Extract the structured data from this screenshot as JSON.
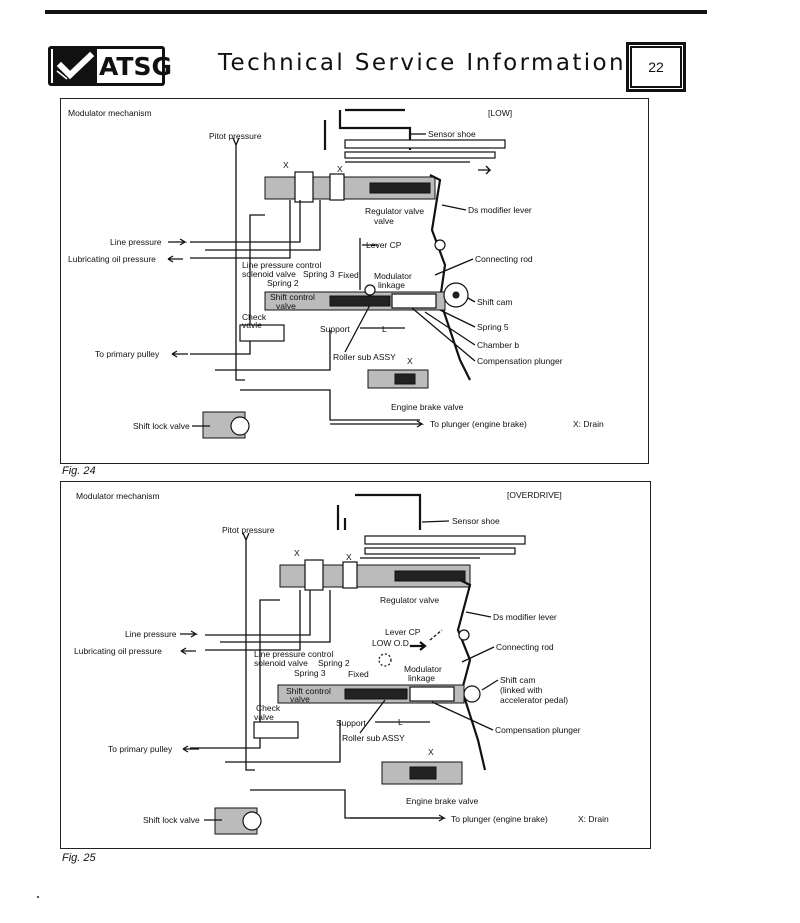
{
  "header": {
    "brand": "ATSG",
    "title": "Technical Service Information",
    "page_number": "22"
  },
  "figures": [
    {
      "caption": "Fig. 24",
      "heading": "Modulator mechanism",
      "state": "[LOW]",
      "labels": {
        "pitot_pressure": "Pitot pressure",
        "sensor_shoe": "Sensor shoe",
        "regulator_valve": "Regulator valve",
        "ds_modifier_lever": "Ds modifier lever",
        "lever_cp": "Lever CP",
        "line_pressure": "Line pressure",
        "lubricating_oil_pressure": "Lubricating oil pressure",
        "connecting_rod": "Connecting rod",
        "lpcsv": "Line pressure control",
        "lpcsv2": "solenoid valve",
        "spring3": "Spring 3",
        "fixed": "Fixed",
        "modulator": "Modulator",
        "linkage": "linkage",
        "spring2": "Spring 2",
        "shift_control": "Shift control",
        "valve": "valve",
        "shift_cam": "Shift cam",
        "check": "Check",
        "vavle": "vavle",
        "support": "Support",
        "l1": "L",
        "spring5": "Spring 5",
        "chamber_b": "Chamber  b",
        "to_primary_pulley": "To primary pulley",
        "roller_sub_assy": "Roller sub ASSY",
        "compensation_plunger": "Compensation plunger",
        "engine_brake_valve": "Engine brake valve",
        "shift_lock_valve": "Shift lock valve",
        "to_plunger": "To plunger (engine brake)",
        "drain": "X:  Drain",
        "x": "X"
      }
    },
    {
      "caption": "Fig. 25",
      "heading": "Modulator mechanism",
      "state": "[OVERDRIVE]",
      "labels": {
        "pitot_pressure": "Pitot pressure",
        "sensor_shoe": "Sensor shoe",
        "regulator_valve": "Regulator valve",
        "ds_modifier_lever": "Ds modifier lever",
        "lever_cp": "Lever CP",
        "low_od": "LOW  O.D.",
        "line_pressure": "Line pressure",
        "lubricating_oil_pressure": "Lubricating oil pressure",
        "connecting_rod": "Connecting rod",
        "lpcsv": "Line pressure control",
        "lpcsv2": "solenoid valve",
        "spring2": "Spring 2",
        "spring3": "Spring 3",
        "fixed": "Fixed",
        "modulator": "Modulator",
        "linkage": "linkage",
        "shift_control": "Shift control",
        "valve": "valve",
        "shift_cam": "Shift cam",
        "linked_with": "(linked with",
        "accel_pedal": "accelerator pedal)",
        "check": "Check",
        "valve2": "valve",
        "support": "Support",
        "l2": "L",
        "to_primary_pulley": "To primary pulley",
        "roller_sub_assy": "Roller sub ASSY",
        "compensation_plunger": "Compensation plunger",
        "engine_brake_valve": "Engine brake valve",
        "shift_lock_valve": "Shift lock valve",
        "to_plunger": "To plunger (engine brake)",
        "drain": "X:  Drain",
        "x": "X"
      }
    }
  ]
}
